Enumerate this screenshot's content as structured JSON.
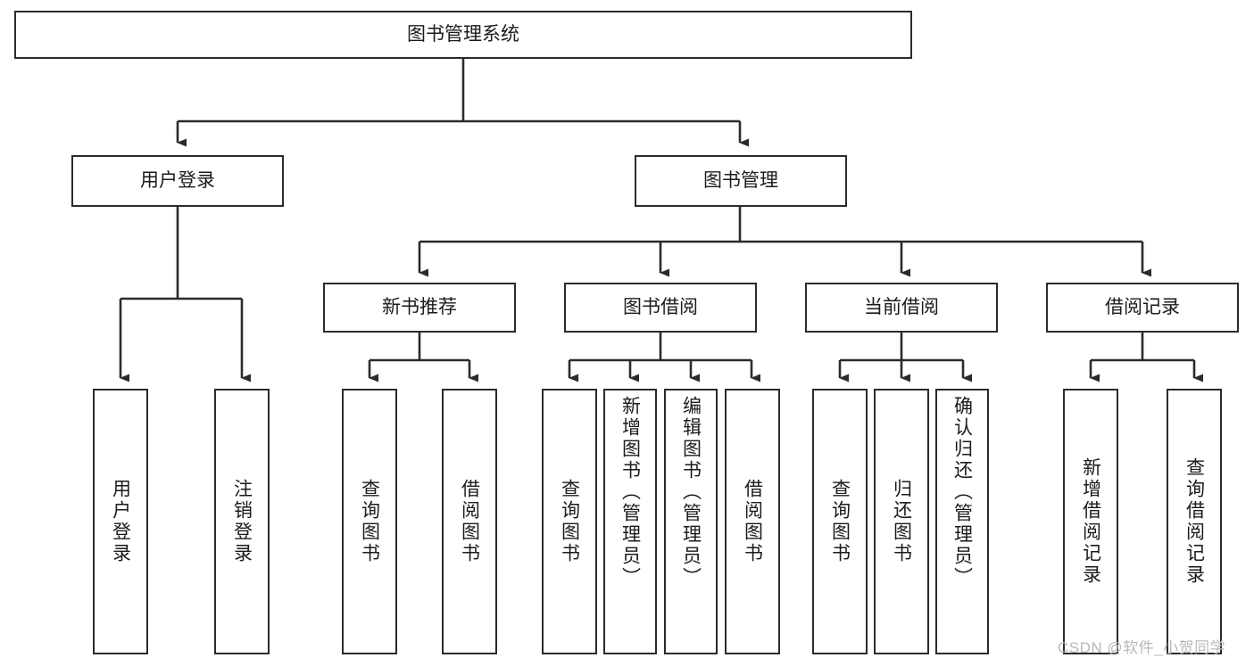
{
  "diagram": {
    "type": "tree",
    "title": "图书管理系统",
    "root": {
      "label": "图书管理系统"
    },
    "level1": [
      {
        "id": "user-login",
        "label": "用户登录"
      },
      {
        "id": "book-manage",
        "label": "图书管理"
      }
    ],
    "level2": [
      {
        "id": "new-book-recommend",
        "label": "新书推荐",
        "parent": "book-manage"
      },
      {
        "id": "book-borrow",
        "label": "图书借阅",
        "parent": "book-manage"
      },
      {
        "id": "current-borrow",
        "label": "当前借阅",
        "parent": "book-manage"
      },
      {
        "id": "borrow-record",
        "label": "借阅记录",
        "parent": "book-manage"
      }
    ],
    "leaves": {
      "user_login": [
        {
          "id": "leaf-user-login",
          "label": "用户登录"
        },
        {
          "id": "leaf-logout",
          "label": "注销登录"
        }
      ],
      "new_book_recommend": [
        {
          "id": "leaf-query-book-1",
          "label": "查询图书"
        },
        {
          "id": "leaf-borrow-book-1",
          "label": "借阅图书"
        }
      ],
      "book_borrow": [
        {
          "id": "leaf-query-book-2",
          "label": "查询图书"
        },
        {
          "id": "leaf-add-book",
          "label": "新增图书（管理员）"
        },
        {
          "id": "leaf-edit-book",
          "label": "编辑图书（管理员）"
        },
        {
          "id": "leaf-borrow-book-2",
          "label": "借阅图书"
        }
      ],
      "current_borrow": [
        {
          "id": "leaf-query-book-3",
          "label": "查询图书"
        },
        {
          "id": "leaf-return-book",
          "label": "归还图书"
        },
        {
          "id": "leaf-confirm-return",
          "label": "确认归还（管理员）"
        }
      ],
      "borrow_record": [
        {
          "id": "leaf-add-record",
          "label": "新增借阅记录"
        },
        {
          "id": "leaf-query-record",
          "label": "查询借阅记录"
        }
      ]
    },
    "colors": {
      "stroke": "#2b2b2b",
      "fill": "#ffffff",
      "text": "#1b1b1b",
      "watermark": "#b9b9b9"
    }
  },
  "watermark": {
    "text": "CSDN @软件_小贺同学"
  }
}
